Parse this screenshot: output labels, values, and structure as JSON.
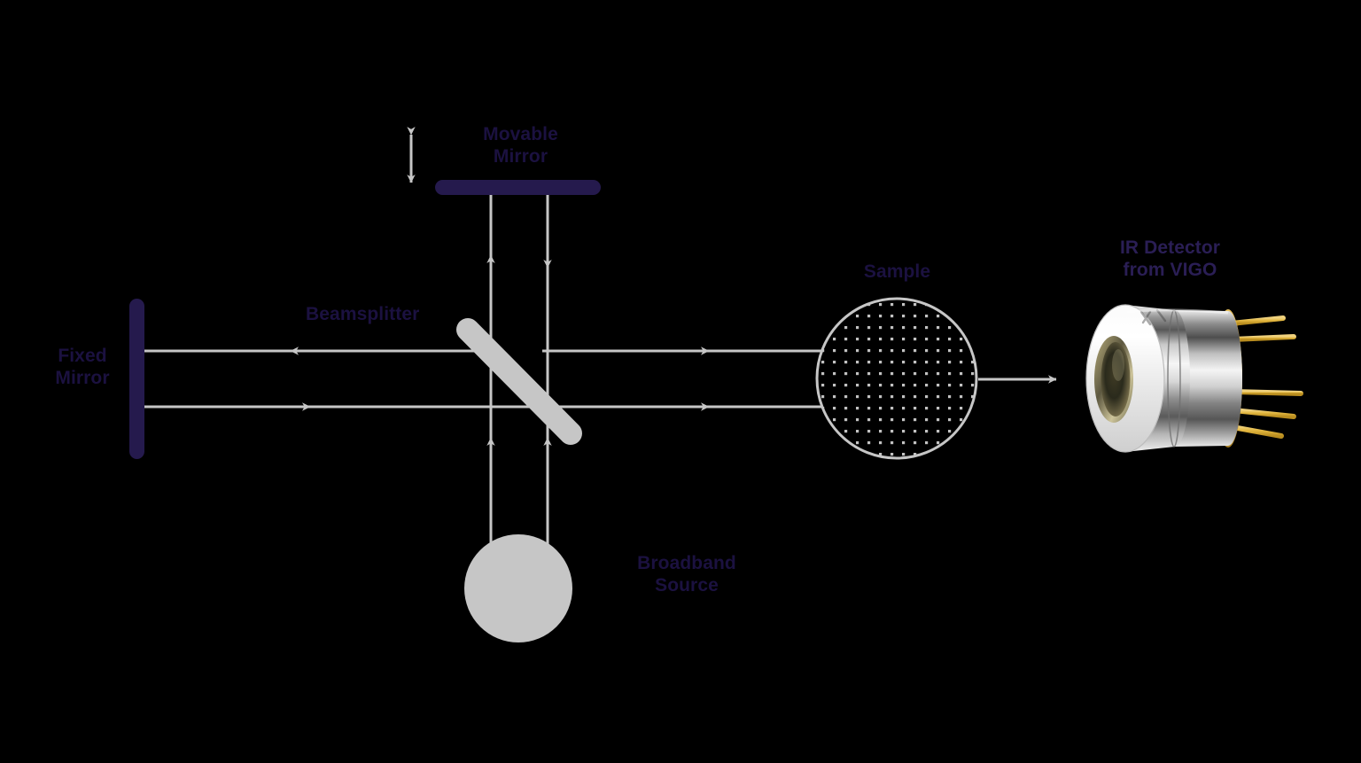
{
  "diagram": {
    "title": "FTIR Michelson interferometer optical path",
    "background_color": "#000000",
    "beam_color": "#c6c6c6",
    "mirror_color": "#251a4d",
    "label_color": "#1b1140",
    "accent_color": "#2a1e55",
    "labels": {
      "movable_mirror": "Movable\nMirror",
      "fixed_mirror": "Fixed\nMirror",
      "beamsplitter": "Beamsplitter",
      "sample": "Sample",
      "broadband_source": "Broadband\nSource",
      "ir_detector": "IR Detector\nfrom VIGO"
    },
    "components": [
      {
        "name": "movable-mirror",
        "type": "mirror",
        "orientation": "horizontal",
        "color": "#251a4d"
      },
      {
        "name": "fixed-mirror",
        "type": "mirror",
        "orientation": "vertical",
        "color": "#251a4d"
      },
      {
        "name": "beamsplitter",
        "type": "beamsplitter",
        "orientation": "45deg",
        "color": "#c6c6c6"
      },
      {
        "name": "sample",
        "type": "sample-disc",
        "fill": "dotted",
        "color": "#c6c6c6"
      },
      {
        "name": "broadband-source",
        "type": "source-disc",
        "fill": "solid",
        "color": "#c6c6c6"
      },
      {
        "name": "ir-detector",
        "type": "photodetector",
        "package": "TO-can",
        "body": "#d8d8d8",
        "pins": "#e6bc45"
      }
    ],
    "beams": [
      {
        "name": "source-to-splitter-left",
        "direction": "up"
      },
      {
        "name": "source-to-splitter-right",
        "direction": "up"
      },
      {
        "name": "splitter-to-movable-mirror-left",
        "direction": "up"
      },
      {
        "name": "splitter-to-movable-mirror-right",
        "direction": "down"
      },
      {
        "name": "splitter-to-fixed-mirror-top",
        "direction": "left"
      },
      {
        "name": "fixed-mirror-to-splitter-bottom",
        "direction": "right"
      },
      {
        "name": "splitter-to-sample-top",
        "direction": "right"
      },
      {
        "name": "splitter-to-sample-bottom",
        "direction": "right"
      },
      {
        "name": "sample-to-detector",
        "direction": "right"
      },
      {
        "name": "mirror-travel-indicator",
        "direction": "both"
      }
    ]
  }
}
